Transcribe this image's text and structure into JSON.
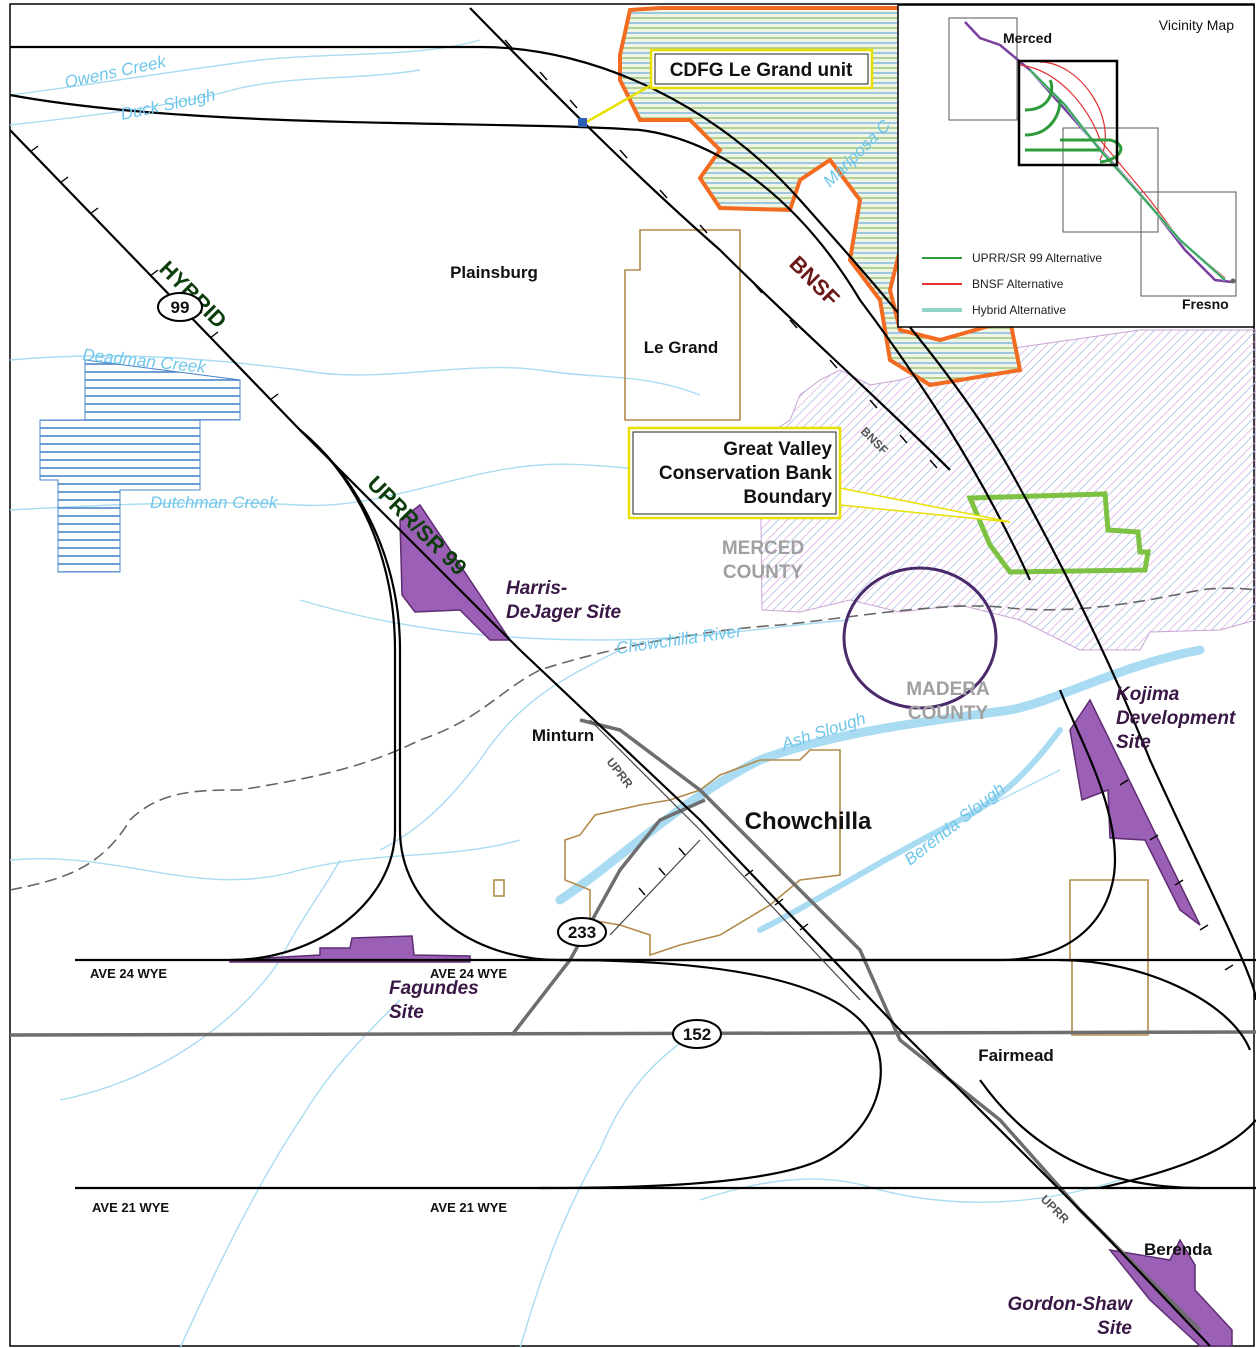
{
  "places": {
    "plainsburg": "Plainsburg",
    "le_grand": "Le Grand",
    "minturn": "Minturn",
    "chowchilla": "Chowchilla",
    "fairmead": "Fairmead",
    "berenda": "Berenda"
  },
  "counties": {
    "merced_1": "MERCED",
    "merced_2": "COUNTY",
    "madera_1": "MADERA",
    "madera_2": "COUNTY"
  },
  "waterways": {
    "owens_creek": "Owens Creek",
    "duck_slough": "Duck Slough",
    "deadman_creek": "Deadman Creek",
    "dutchman_creek": "Dutchman Creek",
    "chowchilla_river": "Chowchilla River",
    "ash_slough": "Ash Slough",
    "berenda_slough": "Berenda Slough",
    "mariposa": "Mariposa C"
  },
  "wyes": {
    "ave24_west": "AVE 24 WYE",
    "ave24_east": "AVE 24 WYE",
    "ave21_west": "AVE 21 WYE",
    "ave21_east": "AVE 21 WYE"
  },
  "alternatives": {
    "hybrid": "HYBRID",
    "uprr_sr99": "UPRR/SR 99",
    "bnsf": "BNSF",
    "bnsf_small": "BNSF",
    "uprr_small_1": "UPRR",
    "uprr_small_2": "UPRR"
  },
  "highways": {
    "sr99": "99",
    "sr233": "233",
    "sr152": "152"
  },
  "sites": {
    "harris_1": "Harris-",
    "harris_2": "DeJager Site",
    "kojima_1": "Kojima",
    "kojima_2": "Development",
    "kojima_3": "Site",
    "fagundes_1": "Fagundes",
    "fagundes_2": "Site",
    "gordon_1": "Gordon-Shaw",
    "gordon_2": "Site"
  },
  "callouts": {
    "cdfg": "CDFG Le Grand unit",
    "gvcb_1": "Great Valley",
    "gvcb_2": "Conservation Bank",
    "gvcb_3": "Boundary"
  },
  "vicinity": {
    "title": "Vicinity Map",
    "merced": "Merced",
    "fresno": "Fresno",
    "legend": [
      {
        "label": "UPRR/SR 99 Alternative",
        "color": "#2e9b3a"
      },
      {
        "label": "BNSF Alternative",
        "color": "#e33030"
      },
      {
        "label": "Hybrid Alternative",
        "color": "#8fd3c9"
      }
    ]
  },
  "colors": {
    "alignment": "#000000",
    "highway": "#6e6e6e",
    "water": "#a9dcf2",
    "mitigation_site": "#9b5fb5",
    "conservation_bank": "#7dc242",
    "cdfg_border": "#f26b21",
    "city_limit": "#b38a4b",
    "county_line": "#666666"
  }
}
